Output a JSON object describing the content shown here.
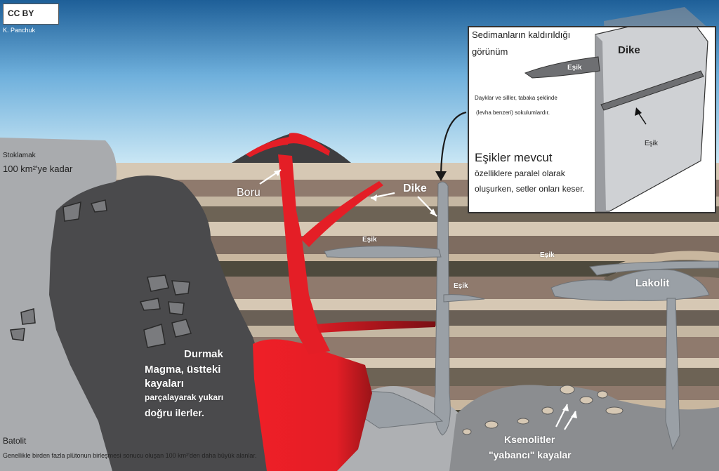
{
  "license": {
    "badge_text": "CC BY",
    "author": "K. Panchuk"
  },
  "colors": {
    "sky": "#bfe3f3",
    "magma_red": "#e41e26",
    "intrusion_gray": "#9aa0a6",
    "batholith_dark": "#4a4a4c",
    "batholith_light": "#aeb0b3"
  },
  "labels": {
    "stoping": "Stoklamak",
    "stoping_size": "100 km²'ye kadar",
    "conduit": "Boru",
    "dike": "Dike",
    "sill_1": "Eşik",
    "sill_2": "Eşik",
    "sill_3": "Eşik",
    "laccolith": "Lakolit",
    "stoping_title": "Durmak",
    "stoping_desc_1": "Magma, üstteki",
    "stoping_desc_2": "kayaları",
    "stoping_desc_3": "parçalayarak yukarı",
    "stoping_desc_4": "doğru ilerler.",
    "batholith": "Batolit",
    "batholith_desc": "Genellikle birden fazla plütonun birleşmesi sonucu oluşan 100 km²'den daha büyük alanlar.",
    "xenoliths": "Ksenolitler",
    "foreign_rocks": "\"yabancı\" kayalar"
  },
  "inset": {
    "title_1": "Sedimanların kaldırıldığı",
    "title_2": "görünüm",
    "dike_label": "Dike",
    "sill_label_top": "Eşik",
    "sill_label_bottom": "Eşik",
    "note_1": "Dayklar ve silller, tabaka şeklinde",
    "note_2": "(levha benzeri) sokulumlardır.",
    "sills_heading": "Eşikler mevcut",
    "sills_desc_1": "özelliklere paralel olarak",
    "sills_desc_2": "oluşurken, setler onları keser."
  }
}
